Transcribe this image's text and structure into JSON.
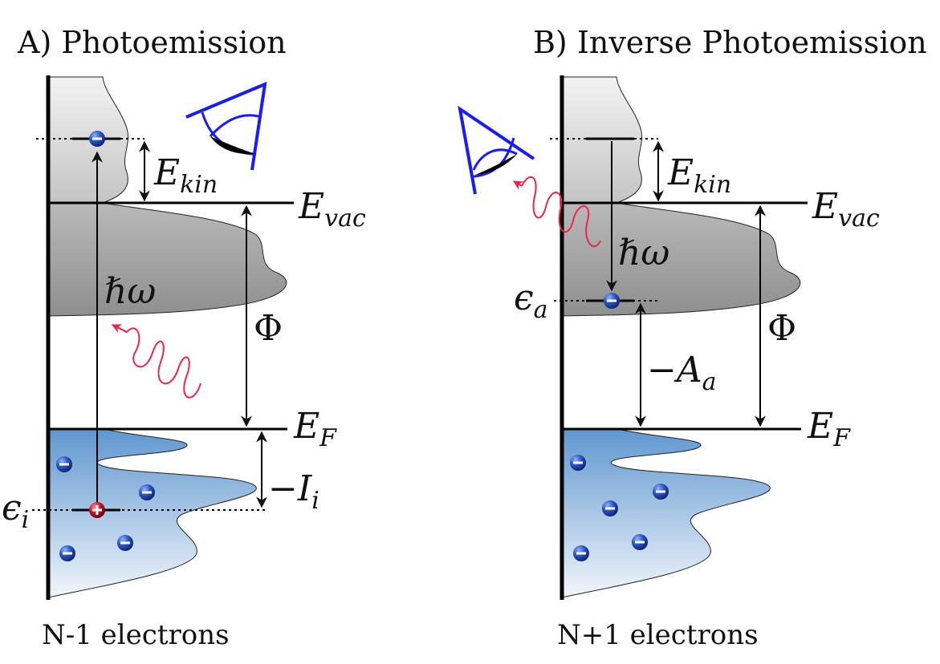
{
  "panel_a": {
    "title": "A)  Photoemission",
    "footer": "N-1 electrons",
    "labels": {
      "e_kin": "E",
      "e_kin_sub": "kin",
      "e_vac": "E",
      "e_vac_sub": "vac",
      "hbar_omega": "ℏω",
      "phi": "Φ",
      "e_f": "E",
      "e_f_sub": "F",
      "minus_i": "−I",
      "minus_i_sub": "i",
      "eps_i": "ϵ",
      "eps_i_sub": "i"
    }
  },
  "panel_b": {
    "title": "B) Inverse Photoemission",
    "footer": "N+1 electrons",
    "labels": {
      "e_kin": "E",
      "e_kin_sub": "kin",
      "e_vac": "E",
      "e_vac_sub": "vac",
      "hbar_omega": "ℏω",
      "phi": "Φ",
      "e_f": "E",
      "e_f_sub": "F",
      "minus_a": "−A",
      "minus_a_sub": "a",
      "eps_a": "ϵ",
      "eps_a_sub": "a"
    }
  },
  "colors": {
    "eye": "#1a1aff",
    "photon": "#e8284c",
    "electron": "#2244aa",
    "hole": "#b01020",
    "occupied_top": "#6a9fd4",
    "unoccupied": "#a9a9a9"
  }
}
